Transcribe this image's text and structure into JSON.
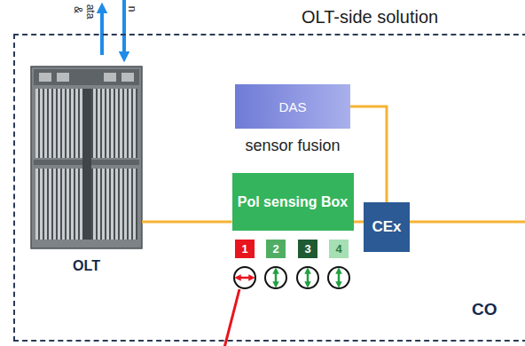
{
  "diagram": {
    "nodes": [
      {
        "text": [
          "OLT-side solution",
          "CO"
        ]
      },
      {
        "text": [
          "OLT"
        ],
        "in": 0
      },
      {
        "text": [
          "DAS"
        ],
        "in": 0
      },
      {
        "text": [
          "Pol sensing Box"
        ],
        "in": 0
      },
      {
        "text": [
          "CEx"
        ],
        "in": 0
      },
      {
        "text": [
          "1"
        ],
        "in": 0
      },
      {
        "text": [
          "2"
        ],
        "in": 0
      },
      {
        "text": [
          "3"
        ],
        "in": 0
      },
      {
        "text": [
          "4"
        ],
        "in": 0
      }
    ],
    "edges": [
      {
        "from": 1,
        "to": 3,
        "arrow": "none"
      },
      {
        "from": 3,
        "to": 4,
        "arrow": "none"
      },
      {
        "from": 2,
        "to": 4,
        "arrow": "none"
      }
    ],
    "labels": [
      "&",
      "ata",
      "n",
      "sensor fusion"
    ]
  }
}
